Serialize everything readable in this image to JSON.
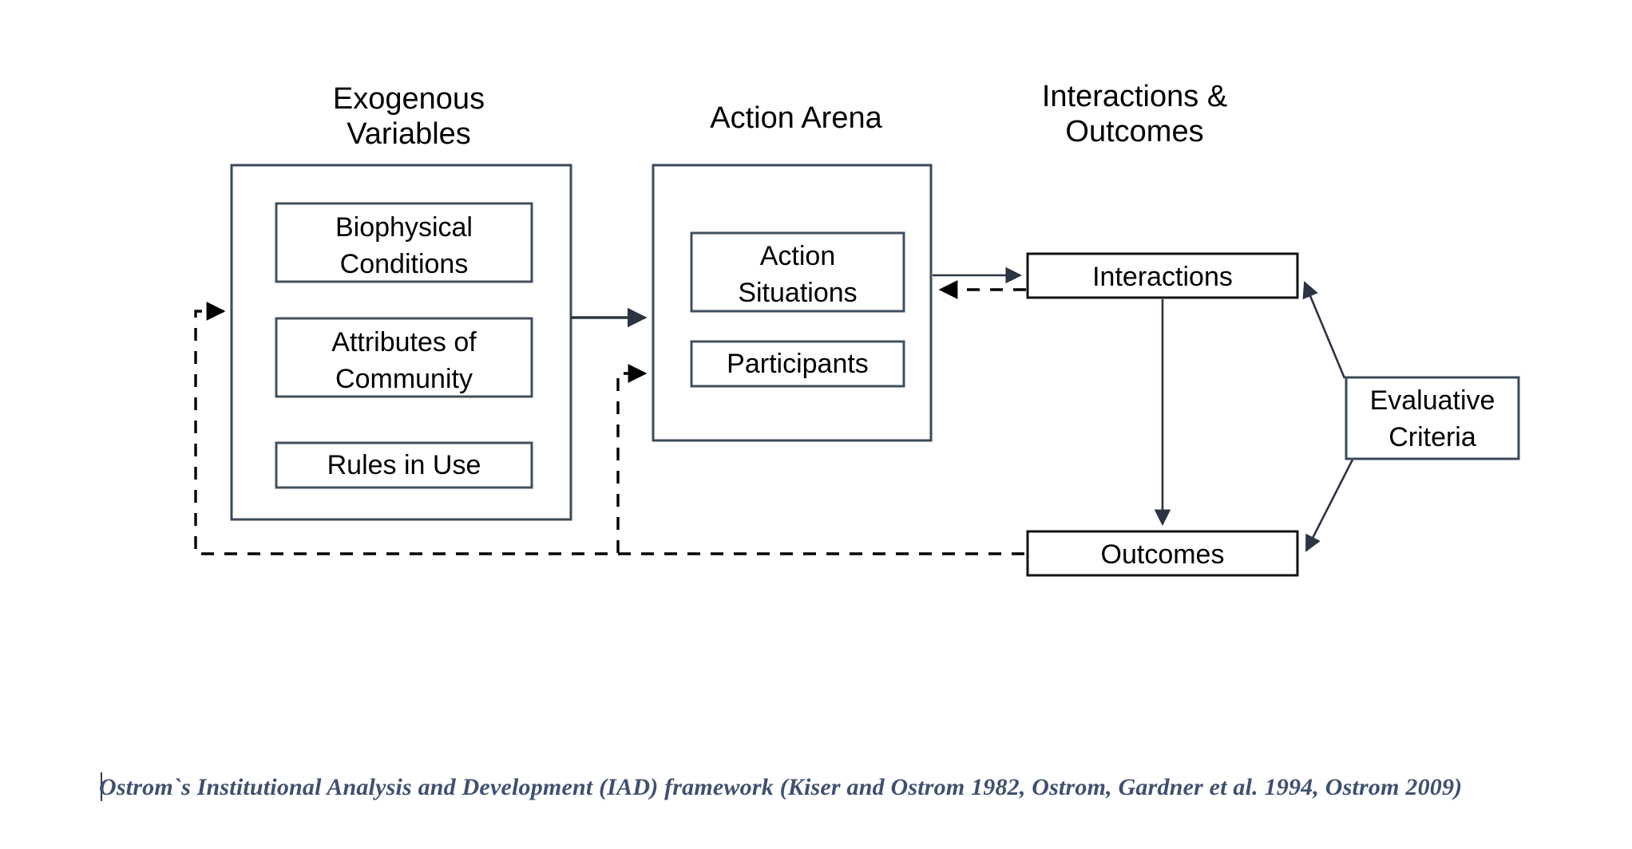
{
  "diagram": {
    "title": "Ostrom`s Institutional Analysis and Development (IAD) framework",
    "group_titles": {
      "exogenous": "Exogenous\nVariables",
      "exogenous_line1": "Exogenous",
      "exogenous_line2": "Variables",
      "action_arena": "Action Arena",
      "interactions_outcomes_line1": "Interactions &",
      "interactions_outcomes_line2": "Outcomes"
    },
    "exogenous_variables": {
      "items": [
        {
          "line1": "Biophysical",
          "line2": "Conditions"
        },
        {
          "line1": "Attributes of",
          "line2": "Community"
        },
        {
          "line1": "Rules in Use",
          "line2": ""
        }
      ]
    },
    "action_arena": {
      "items": [
        {
          "line1": "Action",
          "line2": "Situations"
        },
        {
          "line1": "Participants",
          "line2": ""
        }
      ]
    },
    "outputs": {
      "interactions": "Interactions",
      "outcomes": "Outcomes",
      "evaluative_criteria_line1": "Evaluative",
      "evaluative_criteria_line2": "Criteria"
    },
    "colors": {
      "box_border": "#3b4a5a",
      "plain_border": "#111111",
      "connector": "#2a3442",
      "dashed_connector": "#000000",
      "text": "#000000",
      "caption_text": "#3f5070",
      "background": "#ffffff"
    }
  },
  "caption": {
    "line1": "Ostrom`s Institutional Analysis and Development (IAD) framework (Kiser and Ostrom 1982, Ostrom, Gardner et al. 1994,",
    "line2": "Ostrom 2009)"
  }
}
